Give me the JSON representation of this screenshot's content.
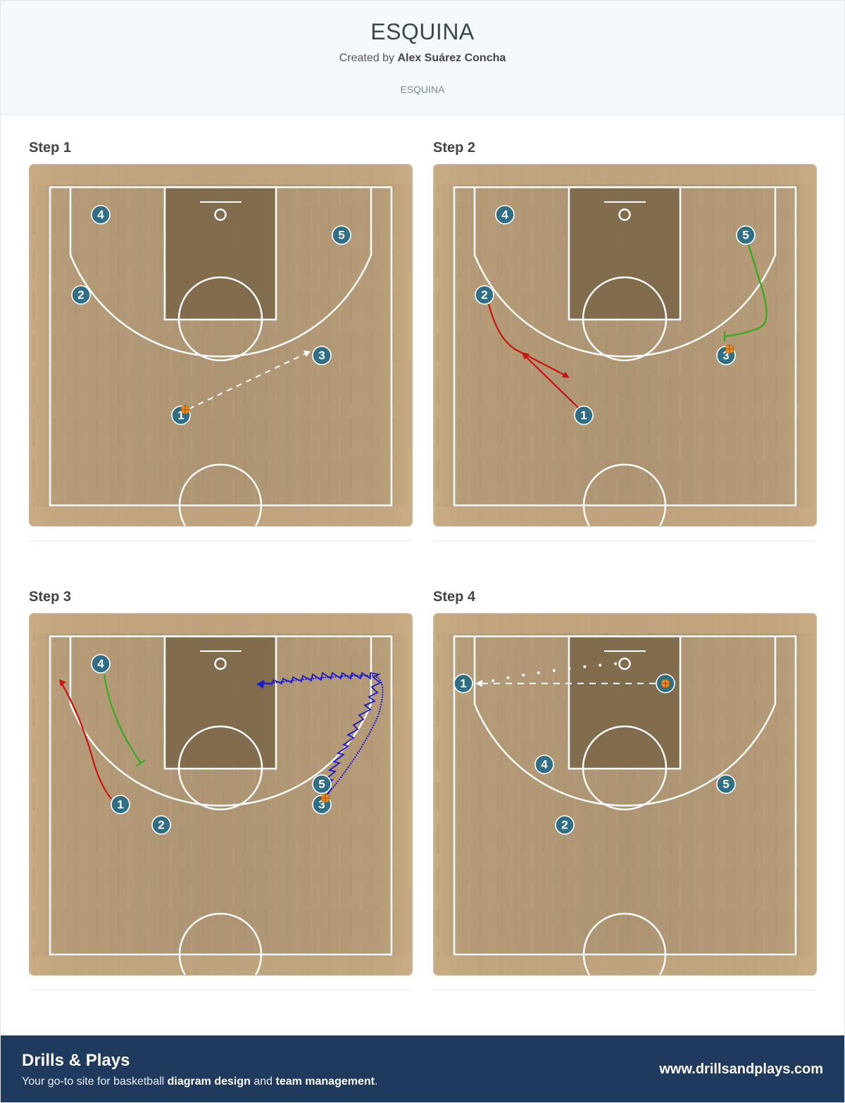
{
  "header": {
    "title": "ESQUINA",
    "created_by_prefix": "Created by",
    "author": "Alex Suárez Concha",
    "tag": "ESQUINA"
  },
  "steps": [
    {
      "label": "Step 1"
    },
    {
      "label": "Step 2"
    },
    {
      "label": "Step 3"
    },
    {
      "label": "Step 4"
    }
  ],
  "diagram": {
    "player_labels": [
      "1",
      "2",
      "3",
      "4",
      "5"
    ],
    "colors": {
      "player_fill": "#2f6e85",
      "player_text": "#ffffff",
      "court_lines": "#ffffff",
      "paint": "#7a6548",
      "wood": "#b49a76",
      "move_red": "#cc1111",
      "move_green": "#33aa22",
      "dribble_blue": "#1a1ad6",
      "pass_white": "#ffffff",
      "ball": "#f28c1e"
    },
    "icons": [
      "ball-icon",
      "player-marker-icon"
    ]
  },
  "footer": {
    "brand": "Drills & Plays",
    "tagline_start": "Your go-to site for basketball ",
    "tagline_b1": "diagram design",
    "tagline_mid": " and ",
    "tagline_b2": "team management",
    "tagline_end": ".",
    "site": "www.drillsandplays.com"
  }
}
